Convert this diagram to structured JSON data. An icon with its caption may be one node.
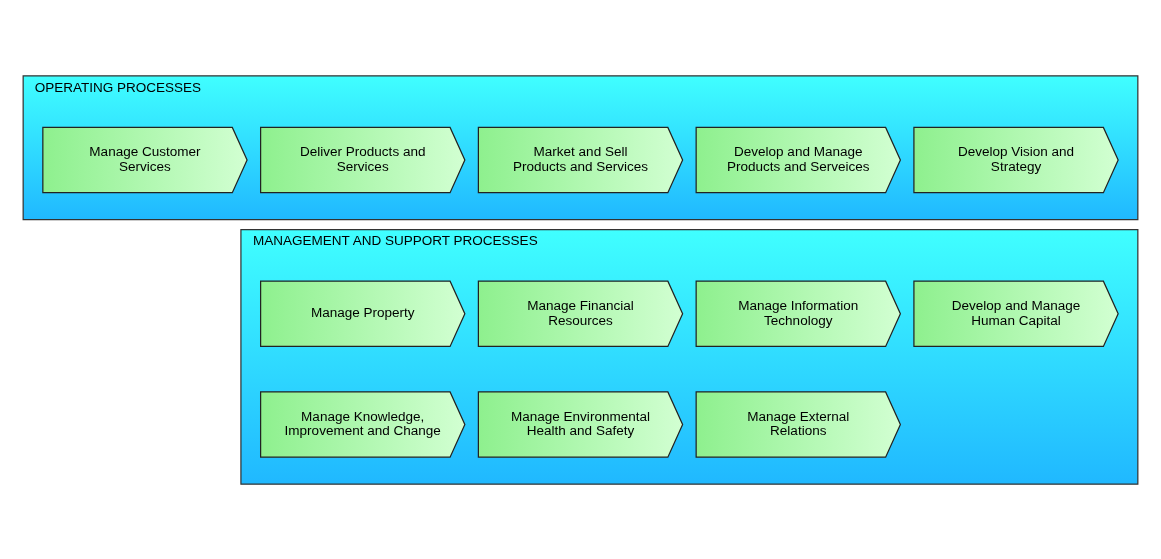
{
  "diagram": {
    "nodes": [
      {
        "text": [
          "OPERATING PROCESSES"
        ]
      },
      {
        "text": [
          "Develop Vision and Strategy"
        ],
        "in": 0
      },
      {
        "text": [
          "Develop and Manage Products and Serveices"
        ],
        "in": 0
      },
      {
        "text": [
          "Market and Sell Products and Services"
        ],
        "in": 0
      },
      {
        "text": [
          "Deliver Products and Services"
        ],
        "in": 0
      },
      {
        "text": [
          "Manage Customer Services"
        ],
        "in": 0
      },
      {
        "text": [
          "MANAGEMENT AND SUPPORT PROCESSES"
        ]
      },
      {
        "text": [
          "Develop and Manage Human Capital"
        ],
        "in": 6
      },
      {
        "text": [
          "Manage Information Technology"
        ],
        "in": 6
      },
      {
        "text": [
          "Manage Financial Resources"
        ],
        "in": 6
      },
      {
        "text": [
          "Manage Property"
        ],
        "in": 6
      },
      {
        "text": [
          "Manage Environmental Health and Safety"
        ],
        "in": 6
      },
      {
        "text": [
          "Manage External Relations"
        ],
        "in": 6
      },
      {
        "text": [
          "Manage Knowledge, Improvement and Change"
        ],
        "in": 6
      }
    ],
    "edges": []
  }
}
